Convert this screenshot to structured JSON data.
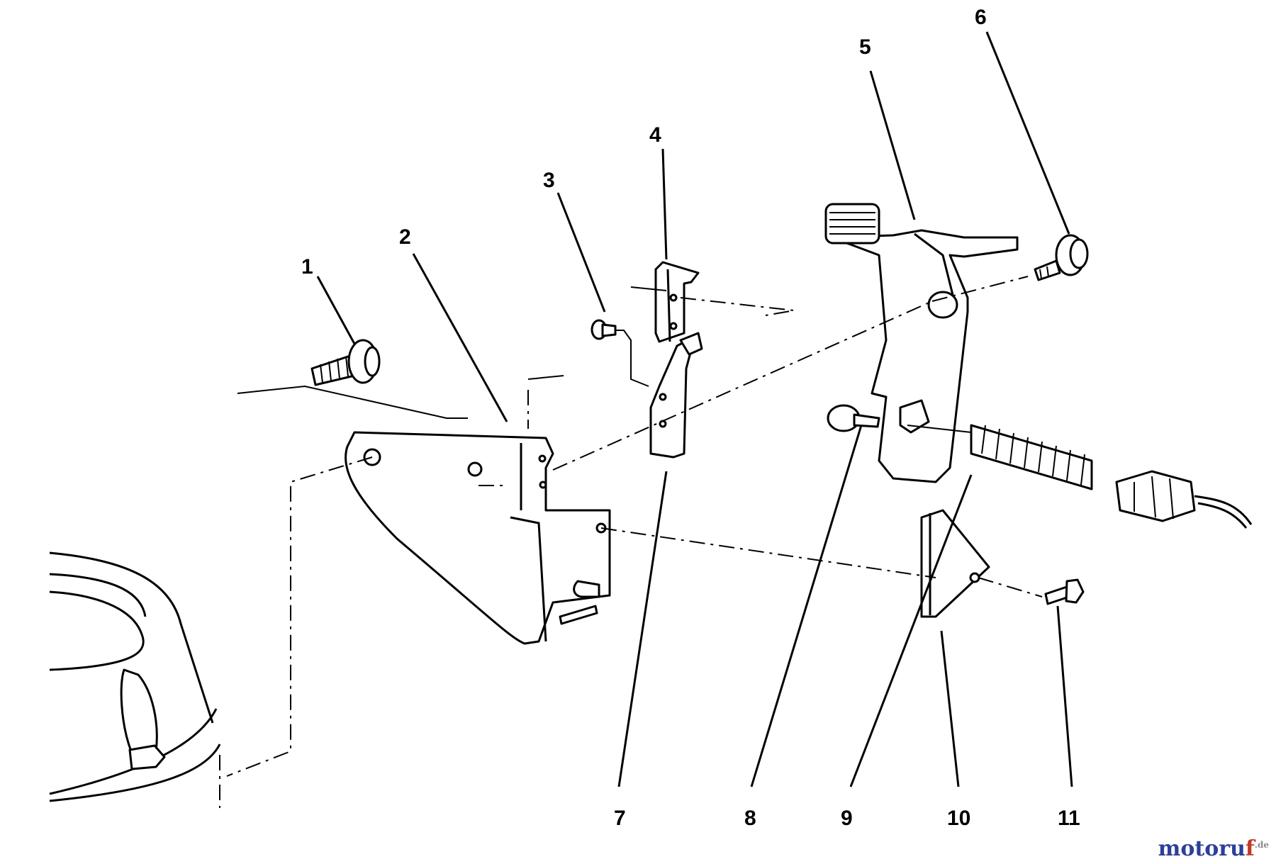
{
  "labels": {
    "l1": "1",
    "l2": "2",
    "l3": "3",
    "l4": "4",
    "l5": "5",
    "l6": "6",
    "l7": "7",
    "l8": "8",
    "l9": "9",
    "l10": "10",
    "l11": "11"
  },
  "watermark": {
    "part1": "moto",
    "part2": "ru",
    "part3": "f",
    "domain": ".de"
  }
}
